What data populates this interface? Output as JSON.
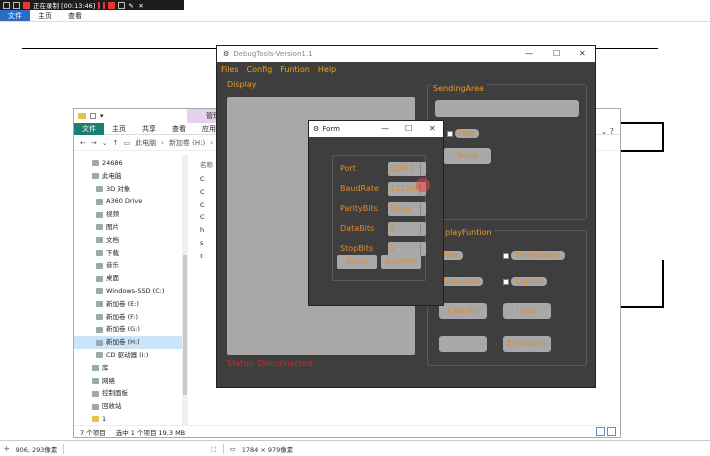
{
  "recorder": {
    "status": "正在录制 [00:13:46]"
  },
  "paint_menu": {
    "tabs": [
      "文件",
      "主页",
      "查看"
    ]
  },
  "explorer": {
    "manage_tab": "管理",
    "ribbon_tabs": [
      "文件",
      "主页",
      "共享",
      "查看",
      "应用程序"
    ],
    "breadcrumb": [
      "此电脑",
      "新加卷 (H:)"
    ],
    "column_header": "名称",
    "nav_items": [
      "24686",
      "此电脑",
      "3D 对象",
      "A360 Drive",
      "视频",
      "图片",
      "文档",
      "下载",
      "音乐",
      "桌面",
      "Windows-SSD (C:)",
      "新加卷 (E:)",
      "新加卷 (F:)",
      "新加卷 (G:)",
      "新加卷 (H:)",
      "CD 驱动器 (I:)",
      "库",
      "网络",
      "控制面板",
      "回收站",
      "1"
    ],
    "file_initials": [
      "C",
      "C",
      "C",
      "C",
      "h",
      "s",
      "៖"
    ],
    "status": {
      "count": "7 个项目",
      "selected": "选中 1 个项目  19.3 MB"
    }
  },
  "debug": {
    "title": "DebugTools-Version1.1",
    "menu": [
      "Files",
      "Config",
      "Funtion",
      "Help"
    ],
    "display_label": "Display",
    "sending_area_label": "SendingArea",
    "hex_send_label": "Hex",
    "send_btn": "Send",
    "display_funtion_label": "playFuntion",
    "hex_display": "Hex",
    "timestamp": "TimeStamp",
    "separate": "Separate",
    "capital": "Capital",
    "clearall": "ClearAll",
    "undo": "Undo",
    "endframe": "EndFrame",
    "status": "Status: Disconnected"
  },
  "form": {
    "title": "Form",
    "fields": [
      {
        "label": "Port",
        "value": "COM1"
      },
      {
        "label": "BaudRate",
        "value": "115200"
      },
      {
        "label": "ParityBits",
        "value": "None"
      },
      {
        "label": "DataBits",
        "value": "8"
      },
      {
        "label": "StopBits",
        "value": "1"
      }
    ],
    "reset": "Reset",
    "confirm": "Confirm"
  },
  "taskbar": {
    "cursor_pos": "906, 293像素",
    "size": "1784 × 979像素"
  }
}
